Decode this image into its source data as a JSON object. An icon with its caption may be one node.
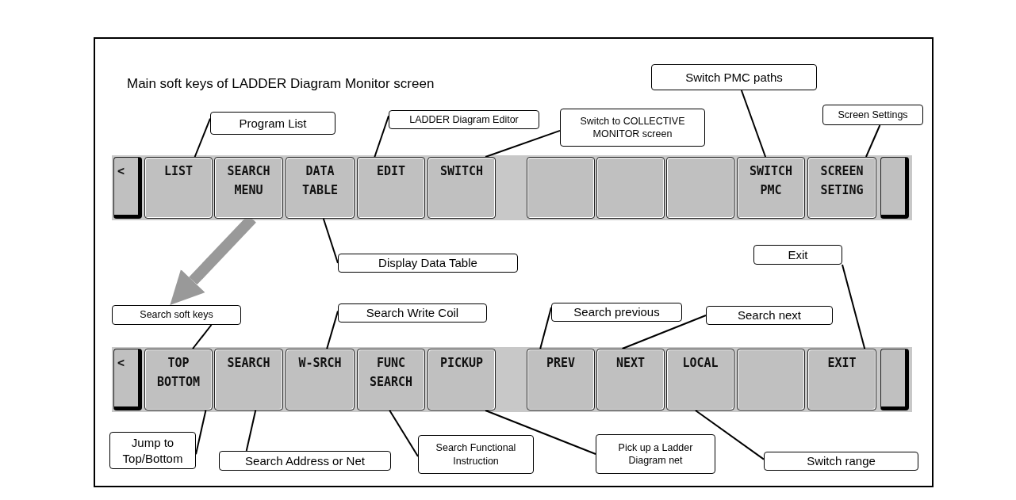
{
  "diagram": {
    "title": "Main soft keys of LADDER Diagram Monitor screen",
    "nodes": [
      {
        "text": [
          "Switch PMC paths"
        ]
      },
      {
        "text": [
          "Program List"
        ]
      },
      {
        "text": [
          "LADDER Diagram Editor"
        ]
      },
      {
        "text": [
          "Switch to COLLECTIVE MONITOR screen"
        ]
      },
      {
        "text": [
          "Screen Settings"
        ]
      },
      {
        "text": [
          "<"
        ]
      },
      {
        "text": [
          "LIST"
        ]
      },
      {
        "text": [
          "SEARCH MENU"
        ]
      },
      {
        "text": [
          "DATA TABLE"
        ]
      },
      {
        "text": [
          "EDIT"
        ]
      },
      {
        "text": [
          "SWITCH"
        ]
      },
      {
        "text": [],
        "shape": "box"
      },
      {
        "text": [],
        "shape": "box"
      },
      {
        "text": [],
        "shape": "box"
      },
      {
        "text": [
          "SWITCH PMC"
        ]
      },
      {
        "text": [
          "SCREEN SETING"
        ]
      },
      {
        "text": [],
        "shape": "box"
      },
      {
        "text": [
          "Display Data Table"
        ]
      },
      {
        "text": [
          "Exit"
        ]
      },
      {
        "text": [
          "Search soft keys"
        ]
      },
      {
        "text": [
          "Search Write Coil"
        ]
      },
      {
        "text": [
          "Search previous"
        ]
      },
      {
        "text": [
          "Search next"
        ]
      },
      {
        "text": [
          "<"
        ]
      },
      {
        "text": [
          "TOP BOTTOM"
        ]
      },
      {
        "text": [
          "SEARCH"
        ]
      },
      {
        "text": [
          "W-SRCH"
        ]
      },
      {
        "text": [
          "FUNC SEARCH"
        ]
      },
      {
        "text": [
          "PICKUP"
        ]
      },
      {
        "text": [
          "PREV"
        ]
      },
      {
        "text": [
          "NEXT"
        ]
      },
      {
        "text": [
          "LOCAL"
        ]
      },
      {
        "text": [],
        "shape": "box"
      },
      {
        "text": [
          "EXIT"
        ]
      },
      {
        "text": [],
        "shape": "box"
      },
      {
        "text": [
          "Jump to Top/Bottom"
        ]
      },
      {
        "text": [
          "Search Address or Net"
        ]
      },
      {
        "text": [
          "Search Functional Instruction"
        ]
      },
      {
        "text": [
          "Pick up a Ladder Diagram net"
        ]
      },
      {
        "text": [
          "Switch range"
        ]
      }
    ],
    "edges": [
      {
        "from": 1,
        "to": 6,
        "arrow": "none"
      },
      {
        "from": 2,
        "to": 9,
        "arrow": "none"
      },
      {
        "from": 3,
        "to": 10,
        "arrow": "none"
      },
      {
        "from": 0,
        "to": 14,
        "arrow": "none"
      },
      {
        "from": 4,
        "to": 15,
        "arrow": "none"
      },
      {
        "from": 17,
        "to": 8,
        "arrow": "none"
      },
      {
        "from": 7,
        "to": 19,
        "arrow": "to",
        "style": "thick",
        "color": "#999999"
      },
      {
        "from": 19,
        "to": 24,
        "arrow": "none"
      },
      {
        "from": 20,
        "to": 26,
        "arrow": "none"
      },
      {
        "from": 21,
        "to": 29,
        "arrow": "none"
      },
      {
        "from": 22,
        "to": 30,
        "arrow": "none"
      },
      {
        "from": 18,
        "to": 33,
        "arrow": "none"
      },
      {
        "from": 35,
        "to": 24,
        "arrow": "none"
      },
      {
        "from": 36,
        "to": 25,
        "arrow": "none"
      },
      {
        "from": 37,
        "to": 27,
        "arrow": "none"
      },
      {
        "from": 38,
        "to": 28,
        "arrow": "none"
      },
      {
        "from": 39,
        "to": 31,
        "arrow": "none"
      }
    ]
  }
}
